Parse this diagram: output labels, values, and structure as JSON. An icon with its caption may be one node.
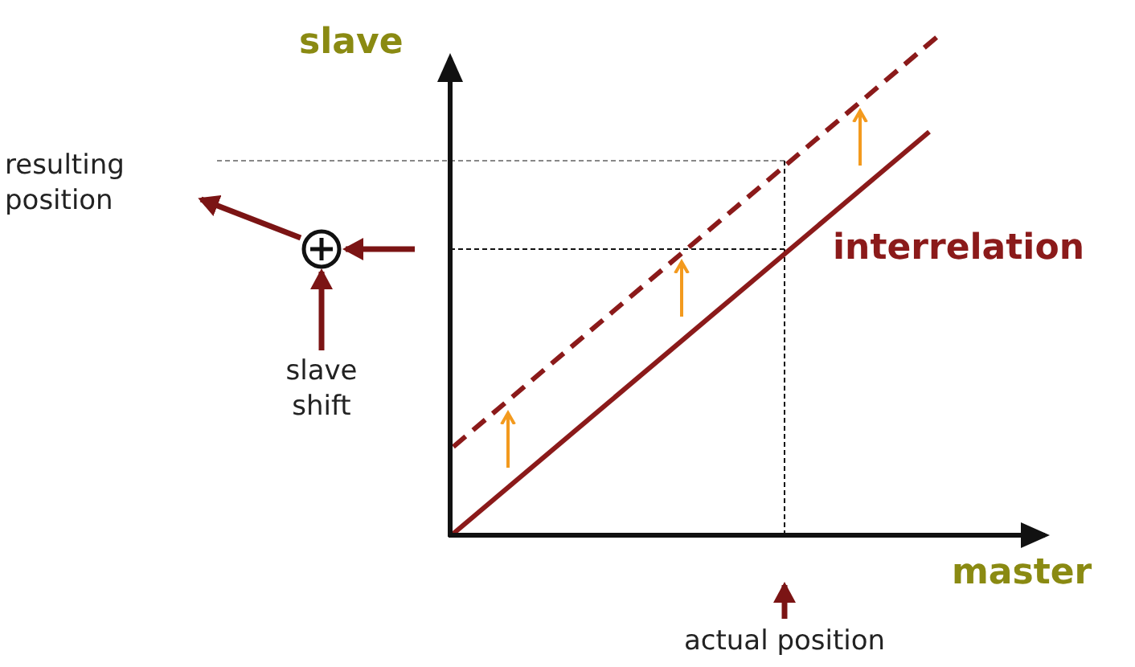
{
  "diagram": {
    "nodes": [
      {
        "text": [
          "resulting position"
        ]
      },
      {
        "text": [],
        "shape": "circle"
      },
      {
        "text": [
          "slave shift"
        ]
      },
      {
        "text": [
          "actual position"
        ]
      }
    ],
    "edges": [
      {
        "from": 1,
        "to": 0,
        "arrow": "to"
      },
      {
        "from": 2,
        "to": 1,
        "arrow": "to"
      },
      {
        "from": null,
        "to": 1,
        "arrow": "to"
      },
      {
        "from": 3,
        "to": null,
        "arrow": "to"
      }
    ],
    "labels": [
      "slave",
      "master",
      "interrelation"
    ]
  }
}
